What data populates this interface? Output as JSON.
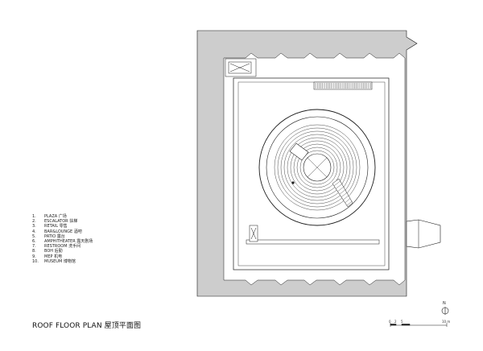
{
  "legend": {
    "items": [
      {
        "num": "1.",
        "label": "PLAZA 广场"
      },
      {
        "num": "2.",
        "label": "ESCALATOR 扶梯"
      },
      {
        "num": "3.",
        "label": "RETAIL 零售"
      },
      {
        "num": "4.",
        "label": "BAR&LOUNGE 酒吧"
      },
      {
        "num": "5.",
        "label": "PATIO 露台"
      },
      {
        "num": "6.",
        "label": "AMPHITHEATER 露天剧场"
      },
      {
        "num": "7.",
        "label": "RESTROOM 洗手间"
      },
      {
        "num": "8.",
        "label": "BOH 后勤"
      },
      {
        "num": "9.",
        "label": "MEP 机电"
      },
      {
        "num": "10.",
        "label": "MUSEUM 博物馆"
      }
    ]
  },
  "title": "ROOF FLOOR PLAN  屋顶平面图",
  "north": {
    "label": "N"
  },
  "scale": {
    "ticks": [
      "0",
      "2",
      "5",
      "10 m"
    ]
  },
  "colors": {
    "wall": "#cdcdcd",
    "line": "#1a1a1a"
  }
}
